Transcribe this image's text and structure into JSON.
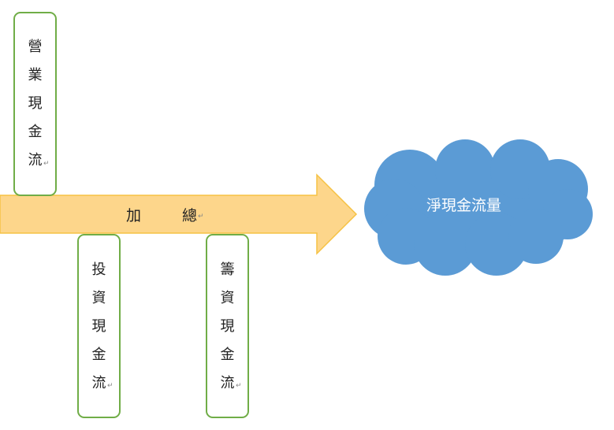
{
  "arrow": {
    "label_left": "加",
    "label_right": "總",
    "fill": "#fdd68b",
    "stroke": "#f6c244"
  },
  "boxes": [
    {
      "chars": [
        "營",
        "業",
        "現",
        "金",
        "流"
      ],
      "label": "營業現金流"
    },
    {
      "chars": [
        "投",
        "資",
        "現",
        "金",
        "流"
      ],
      "label": "投資現金流"
    },
    {
      "chars": [
        "籌",
        "資",
        "現",
        "金",
        "流"
      ],
      "label": "籌資現金流"
    }
  ],
  "box_border_color": "#70ad47",
  "cloud": {
    "label": "淨現金流量",
    "fill": "#5b9bd5"
  }
}
